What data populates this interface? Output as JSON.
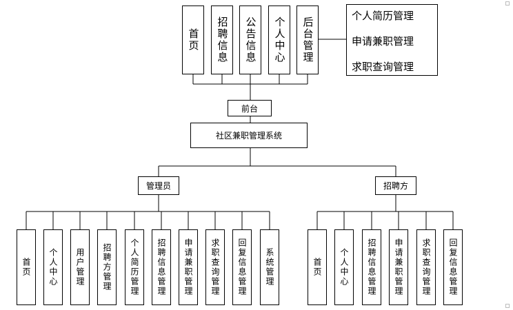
{
  "front": {
    "items": [
      "首页",
      "招聘信息",
      "公告信息",
      "个人中心",
      "后台管理"
    ],
    "label": "前台"
  },
  "backend_list": [
    "个人简历管理",
    "申请兼职管理",
    "求职查询管理"
  ],
  "system": {
    "label": "社区兼职管理系统"
  },
  "admin": {
    "label": "管理员",
    "items": [
      "首页",
      "个人中心",
      "用户管理",
      "招聘方管理",
      "个人简历管理",
      "招聘信息管理",
      "申请兼职管理",
      "求职查询管理",
      "回复信息管理",
      "系统管理"
    ]
  },
  "recruiter": {
    "label": "招聘方",
    "items": [
      "首页",
      "个人中心",
      "招聘信息管理",
      "申请兼职管理",
      "求职查询管理",
      "回复信息管理"
    ]
  }
}
